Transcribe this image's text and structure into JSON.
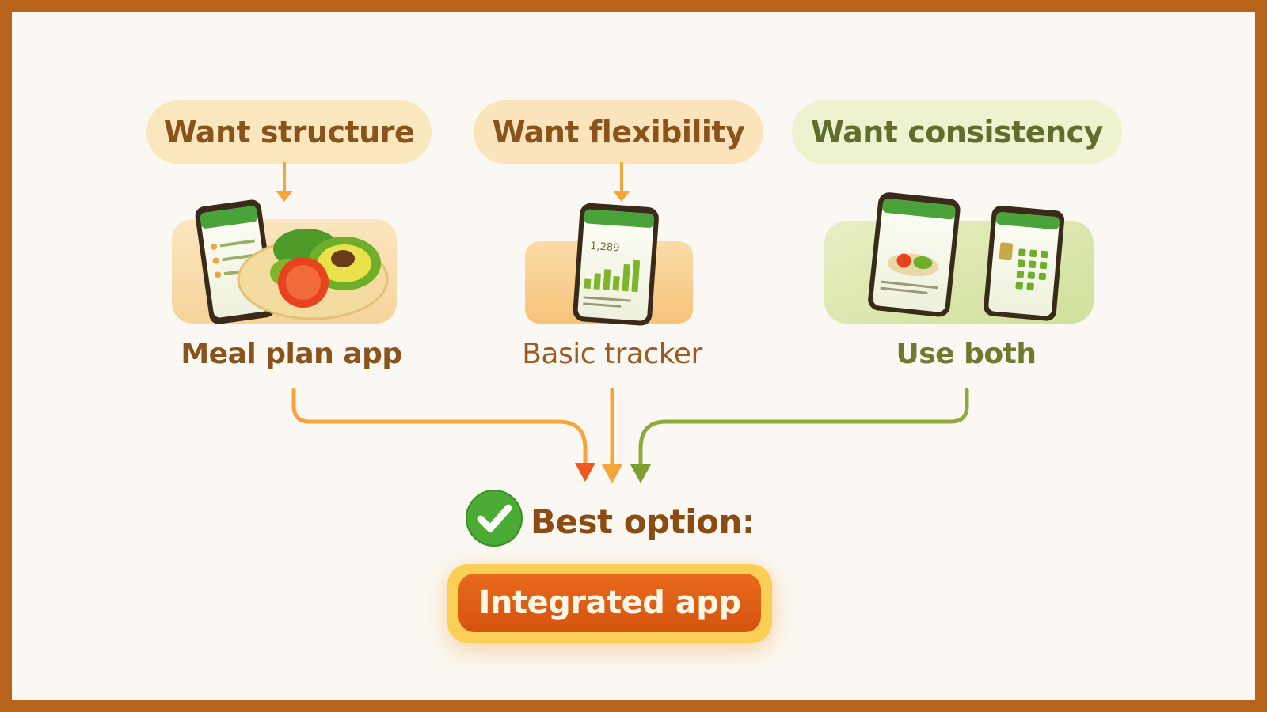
{
  "needs": [
    {
      "label": "Want structure"
    },
    {
      "label": "Want flexibility"
    },
    {
      "label": "Want consistency"
    }
  ],
  "options": [
    {
      "label": "Meal plan app",
      "icon": "meal-plan-phone-illustration"
    },
    {
      "label": "Basic tracker",
      "icon": "tracker-phone-illustration",
      "screen_value": "1,289"
    },
    {
      "label": "Use both",
      "icon": "two-phones-illustration"
    }
  ],
  "result": {
    "heading": "Best option:",
    "value": "Integrated app",
    "icon": "check-icon"
  },
  "colors": {
    "frame": "#b8651b",
    "background": "#fbf8f3",
    "orange_arrow": "#f7a53a",
    "red_arrow": "#ef5a1c",
    "green_arrow": "#8cab3c",
    "result_fill": "#e0601a",
    "result_border": "#fbcf56",
    "check_green": "#4bab34"
  }
}
